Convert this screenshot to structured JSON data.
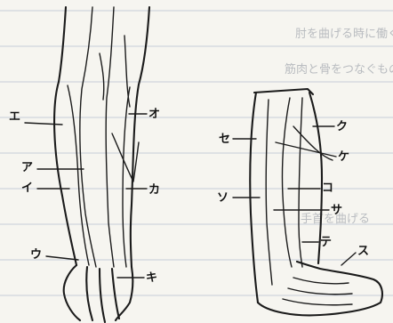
{
  "labels": {
    "e": "エ",
    "a": "ア",
    "i": "イ",
    "u": "ウ",
    "o": "オ",
    "ka": "カ",
    "ki": "キ",
    "se": "セ",
    "ku": "ク",
    "ke": "ケ",
    "so": "ソ",
    "ko": "コ",
    "sa": "サ",
    "te": "テ",
    "su": "ス"
  },
  "show_through_text": [
    "肘を曲げる時に働く筋肉",
    "筋肉と骨をつなぐもの",
    "手首を曲げる"
  ]
}
